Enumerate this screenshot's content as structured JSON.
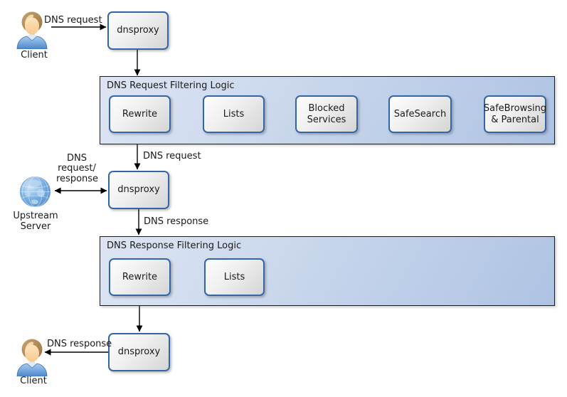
{
  "actors": {
    "client_top": {
      "label": "Client"
    },
    "client_bottom": {
      "label": "Client"
    },
    "upstream": {
      "label": "Upstream Server"
    }
  },
  "proxies": [
    {
      "label": "dnsproxy"
    },
    {
      "label": "dnsproxy"
    },
    {
      "label": "dnsproxy"
    }
  ],
  "containers": {
    "request": {
      "title": "DNS Request Filtering Logic",
      "steps": [
        "Rewrite",
        "Lists",
        "Blocked Services",
        "SafeSearch",
        "SafeBrowsing & Parental"
      ]
    },
    "response": {
      "title": "DNS Response Filtering Logic",
      "steps": [
        "Rewrite",
        "Lists"
      ]
    }
  },
  "edge_labels": {
    "client_to_proxy1": "DNS request",
    "filter1_to_proxy2": "DNS request",
    "upstream_link": "DNS request/ response",
    "proxy2_to_filter2": "DNS response",
    "proxy3_to_client": "DNS response"
  },
  "colors": {
    "group_fill_light": "#dde5f3",
    "group_fill_dark": "#aec3e3",
    "group_border": "#1a1a1a",
    "node_border": "#3465a4",
    "node_fill_light": "#fdfdfd",
    "node_fill_dark": "#d5d5d5",
    "arrow": "#000000",
    "shirt_blue": "#5f99d8",
    "globe_blue": "#4d88c6"
  }
}
